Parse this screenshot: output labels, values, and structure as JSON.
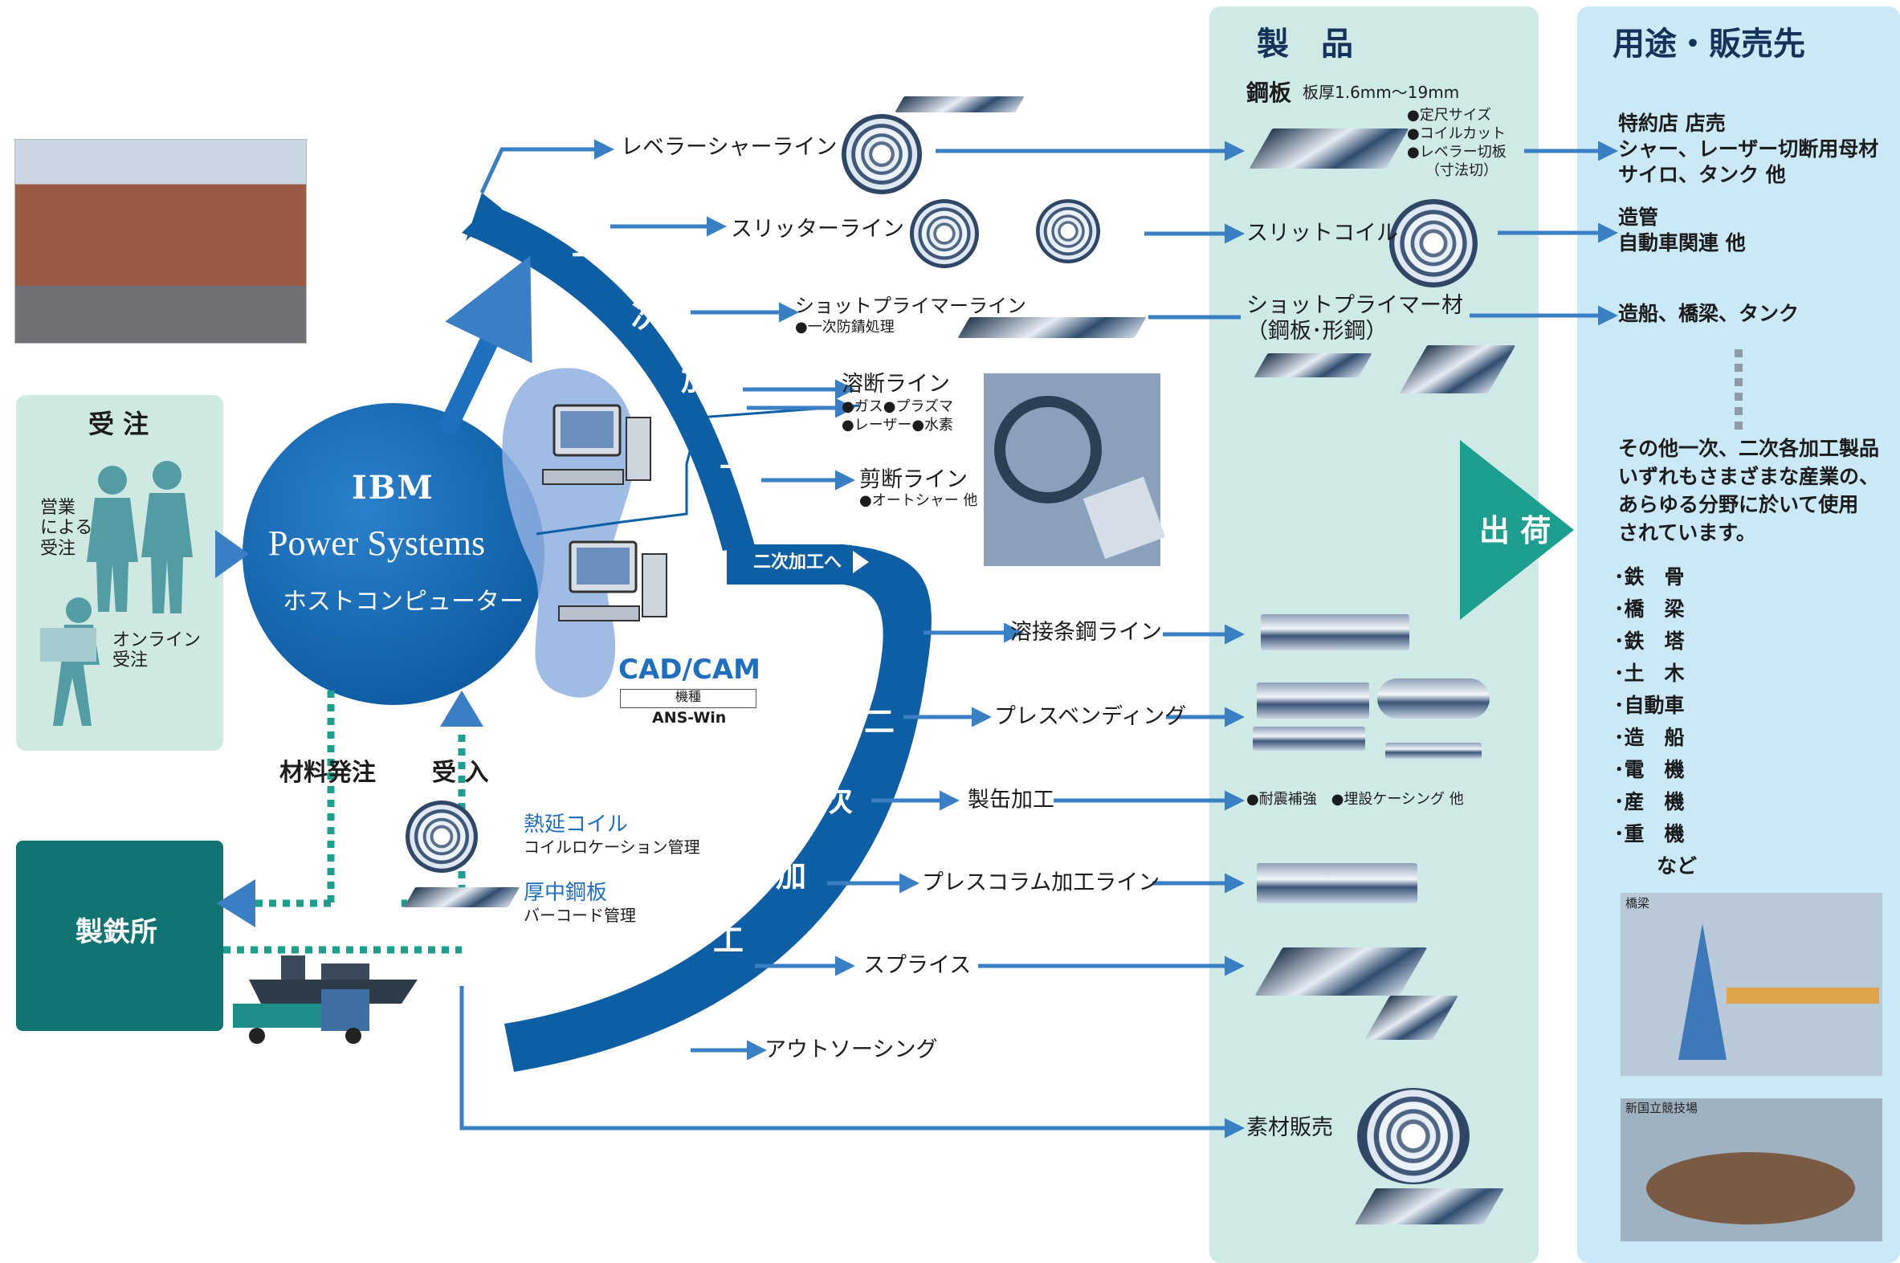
{
  "panels": {
    "products_title": "製　品",
    "uses_title": "用途・販売先"
  },
  "order": {
    "title": "受 注",
    "sales_order": "営業\nによる\n受注",
    "online_order": "オンライン\n受注"
  },
  "mill": {
    "label": "製鉄所"
  },
  "host": {
    "brand": "IBM",
    "system": "Power Systems",
    "subtitle": "ホストコンピューター"
  },
  "cad": {
    "title": "CAD/CAM",
    "model_label": "機種",
    "model": "ANS-Win"
  },
  "flow_labels": {
    "material_order": "材料発注",
    "receiving": "受 入",
    "to_secondary": "二次加工へ"
  },
  "arcs": {
    "primary": [
      "一",
      "次",
      "加",
      "工"
    ],
    "secondary": [
      "二",
      "次",
      "加",
      "工"
    ]
  },
  "materials": {
    "hot_coil": "熱延コイル",
    "hot_coil_note": "コイルロケーション管理",
    "plate": "厚中鋼板",
    "plate_note": "バーコード管理"
  },
  "primary_lines": {
    "leveler": "レベラーシャーライン",
    "slitter": "スリッターライン",
    "shot": "ショットプライマーライン",
    "shot_note": "●一次防錆処理",
    "fusion": "溶断ライン",
    "fusion_note1": "●ガス●プラズマ",
    "fusion_note2": "●レーザー●水素",
    "shear": "剪断ライン",
    "shear_note": "●オートシャー 他"
  },
  "secondary_lines": {
    "welding": "溶接条鋼ライン",
    "press_bending": "プレスベンディング",
    "can": "製缶加工",
    "press_column": "プレスコラム加工ライン",
    "splice": "スプライス",
    "outsourcing": "アウトソーシング",
    "material_sales": "素材販売"
  },
  "products": {
    "plate": "鋼板",
    "plate_thickness": "板厚1.6mm～19mm",
    "plate_opt1": "●定尺サイズ",
    "plate_opt2": "●コイルカット",
    "plate_opt3": "●レベラー切板",
    "plate_opt4": "（寸法切）",
    "slit_coil": "スリットコイル",
    "shot_material1": "ショットプライマー材",
    "shot_material2": "（鋼板･形鋼）",
    "can_notes": "●耐震補強　●埋設ケーシング 他"
  },
  "shipping": {
    "label": "出 荷"
  },
  "uses": {
    "u1_l1": "特約店 店売",
    "u1_l2": "シャー、レーザー切断用母材",
    "u1_l3": "サイロ、タンク 他",
    "u2_l1": "造管",
    "u2_l2": "自動車関連 他",
    "u3": "造船、橋梁、タンク",
    "other_l1": "その他一次、二次各加工製品",
    "other_l2": "いずれもさまざまな産業の、",
    "other_l3": "あらゆる分野に於いて使用",
    "other_l4": "されています。",
    "list": [
      "･鉄　骨",
      "･橋　梁",
      "･鉄　塔",
      "･土　木",
      "･自動車",
      "･造　船",
      "･電　機",
      "･産　機",
      "･重　機",
      "など"
    ],
    "photo1_caption": "橋梁",
    "photo2_caption": "新国立競技場"
  },
  "colors": {
    "arrow_blue": "#3a7fc4",
    "arc_dark": "#0e5ea5",
    "ship_green": "#1d9e8e",
    "mill_teal": "#127373"
  }
}
